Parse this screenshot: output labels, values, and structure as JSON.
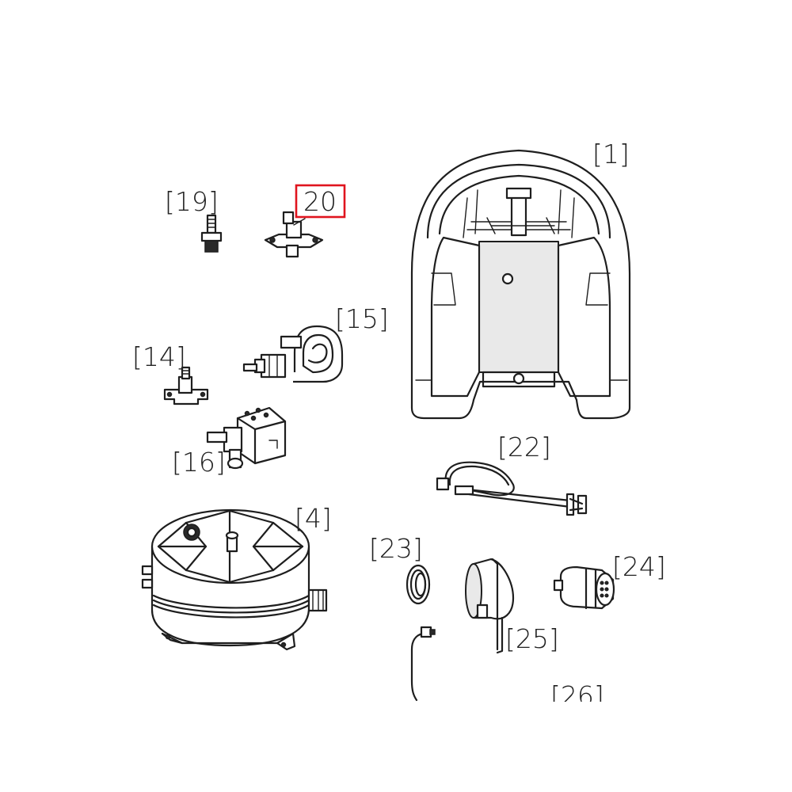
{
  "diagram": {
    "callouts": [
      {
        "id": "1",
        "text": "[1]"
      },
      {
        "id": "19",
        "text": "[19]"
      },
      {
        "id": "20",
        "text": "20",
        "highlighted": true
      },
      {
        "id": "15",
        "text": "[15]"
      },
      {
        "id": "14",
        "text": "[14]"
      },
      {
        "id": "16",
        "text": "[16]"
      },
      {
        "id": "22",
        "text": "[22]"
      },
      {
        "id": "4",
        "text": "[4]"
      },
      {
        "id": "23",
        "text": "[23]"
      },
      {
        "id": "25",
        "text": "[25]"
      },
      {
        "id": "24",
        "text": "[24]"
      },
      {
        "id": "26",
        "text": "[26]"
      }
    ],
    "highlight_color": "#e0141e",
    "line_color": "#1e1e1e"
  }
}
